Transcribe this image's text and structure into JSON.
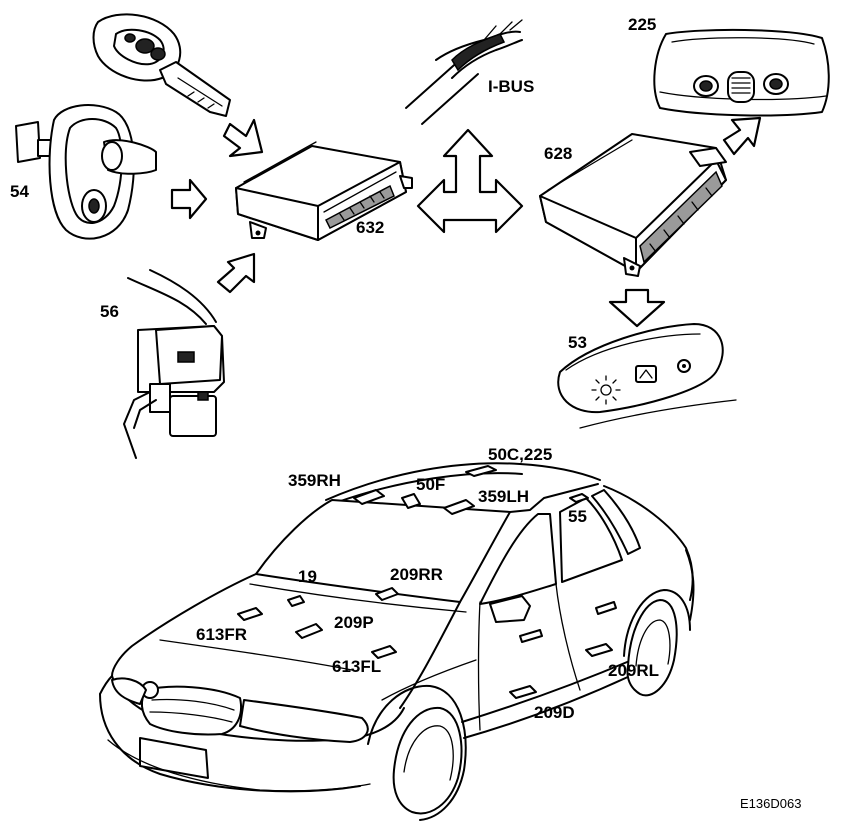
{
  "labels": {
    "l225": "225",
    "ibus": "I-BUS",
    "l628": "628",
    "l54": "54",
    "l632": "632",
    "l56": "56",
    "l53": "53",
    "l50c225": "50C,225",
    "l359rh": "359RH",
    "l50f": "50F",
    "l359lh": "359LH",
    "l55": "55",
    "l19": "19",
    "l209rr": "209RR",
    "l209p": "209P",
    "l613fr": "613FR",
    "l613fl": "613FL",
    "l209rl": "209RL",
    "l209d": "209D"
  },
  "figure_ref": "E136D063"
}
